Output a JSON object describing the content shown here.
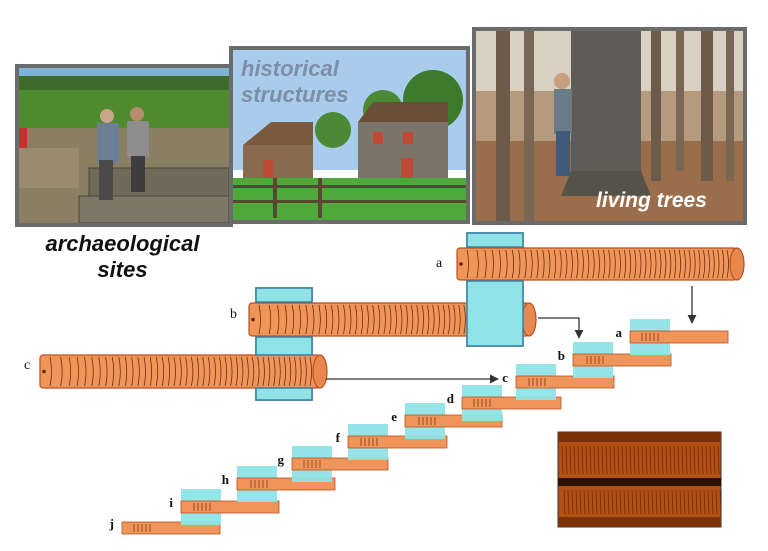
{
  "photos": {
    "archaeological": {
      "caption_line1": "archaeological",
      "caption_line2": "sites"
    },
    "historical": {
      "label_line1": "historical",
      "label_line2": "structures"
    },
    "living": {
      "label": "living trees"
    }
  },
  "logs": [
    {
      "label": "a"
    },
    {
      "label": "b"
    },
    {
      "label": "c"
    }
  ],
  "chronology": [
    {
      "label": "a"
    },
    {
      "label": "b"
    },
    {
      "label": "c"
    },
    {
      "label": "d"
    },
    {
      "label": "e"
    },
    {
      "label": "f"
    },
    {
      "label": "g"
    },
    {
      "label": "h"
    },
    {
      "label": "i"
    },
    {
      "label": "j"
    }
  ],
  "colors": {
    "wood": "#f0955a",
    "wood_edge": "#b8521f",
    "overlap": "#8fe3e6",
    "overlap_edge": "#3a7ea0",
    "frame": "#6b6b6b"
  }
}
